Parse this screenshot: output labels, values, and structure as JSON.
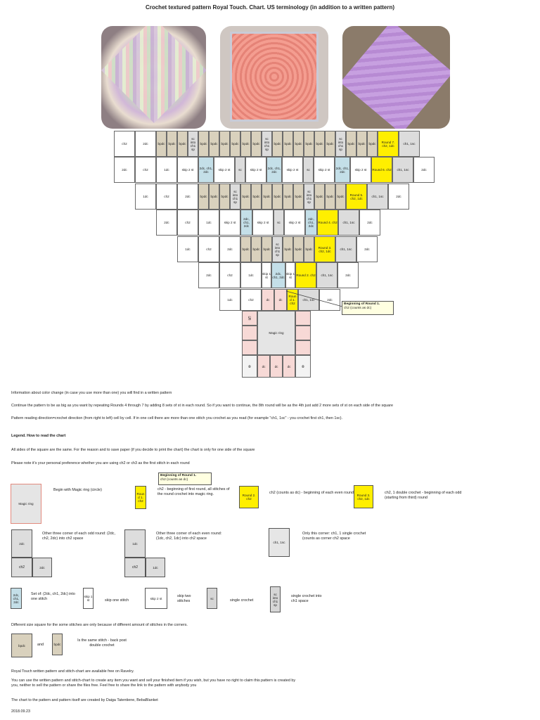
{
  "title": "Crochet textured pattern Royal Touch. Chart. US terminology (in addition to a written pattern)",
  "photos": [
    {
      "icon": "pastel-rainbow-crochet-square-photo",
      "colors": [
        "#cdb9d4",
        "#d9e4c4",
        "#e8c2c2",
        "#b6a9b8"
      ]
    },
    {
      "icon": "coral-crochet-square-photo",
      "colors": [
        "#f19a8e",
        "#f4b2a8",
        "#e47f72"
      ]
    },
    {
      "icon": "lavender-crochet-square-photo",
      "colors": [
        "#c8a0e0",
        "#b98bd6",
        "#d9b8ea"
      ]
    }
  ],
  "chart": {
    "rows": [
      [
        "ch2",
        "2dc",
        "bpdc",
        "bpdc",
        "bpdc",
        "sc into ch1 sp",
        "bpdc",
        "bpdc",
        "bpdc",
        "bpdc",
        "bpdc",
        "bpdc",
        "sc into ch1 sp",
        "bpdc",
        "bpdc",
        "bpdc",
        "bpdc",
        "bpdc",
        "bpdc",
        "sc into ch1 sp",
        "bpdc",
        "bpdc",
        "bpdc",
        "Round 7. ch2, 1dc",
        "ch1, 1sc"
      ],
      [
        "2dc",
        "ch2",
        "1dc",
        "skip 2 st",
        "2dc, ch1, 2dc",
        "skip 2 st",
        "sc",
        "skip 2 st",
        "2dc, ch1, 2dc",
        "skip 2 st",
        "sc",
        "skip 2 st",
        "2dc, ch1, 2dc",
        "skip 2 st",
        "Round 6. ch2",
        "ch1, 1sc",
        "2dc"
      ],
      [
        "1dc",
        "ch2",
        "2dc",
        "bpdc",
        "bpdc",
        "bpdc",
        "sc into ch1 sp",
        "bpdc",
        "bpdc",
        "bpdc",
        "bpdc",
        "bpdc",
        "bpdc",
        "sc into ch1 sp",
        "bpdc",
        "bpdc",
        "bpdc",
        "Round 5. ch2, 1dc",
        "ch1, 1sc",
        "2dc"
      ],
      [
        "2dc",
        "ch2",
        "1dc",
        "skip 2 st",
        "2dc, ch1, 2dc",
        "skip 2 st",
        "sc",
        "skip 2 st",
        "2dc, ch1, 2dc",
        "Round 4. ch2",
        "ch1, 1sc",
        "2dc"
      ],
      [
        "1dc",
        "ch2",
        "2dc",
        "bpdc",
        "bpdc",
        "bpdc",
        "sc into ch1 sp",
        "bpdc",
        "bpdc",
        "bpdc",
        "Round 3. ch2, 1dc",
        "ch1, 1sc",
        "2dc"
      ],
      [
        "2dc",
        "ch2",
        "1dc",
        "skip 1 st",
        "2dc, ch1, 2dc",
        "skip 1 st",
        "Round 2. ch2",
        "ch1, 1sc",
        "2dc"
      ],
      [
        "1dc",
        "ch2",
        "dc",
        "dc",
        "Roun d 1. ch2",
        "ch1, 1sc",
        "2dc"
      ]
    ],
    "magic_ring": "Magic ring",
    "center_dc": "dc",
    "callout_title": "Beginning of Round 1.",
    "callout_sub": "ch2 (counts as dc)"
  },
  "info": [
    "Information about color change (in case you use more than one) you will find in a written pattern",
    "Continue the pattern to be as big as you want by repeating Rounds 4 through 7 by adding 8 sets of st in each round. So if you want to continue, the 8th round will be as the 4th just add 2 more sets of st on each side of the square",
    "Pattern reading direction=crochet direction (from right to left) cell by cell. If in one cell there are more than one stitch you crochet as you read (for example \"ch1, 1sc\" - you crochet first ch1, then 1sc)."
  ],
  "legend": {
    "heading": "Legend. How to read the chart",
    "intro1": "All sides of the square are the same. For the reason and to save paper (if you decide to print the chart) the chart is only for one side of the square",
    "intro2": "Please note it's your personal preference whether you are using ch2 or ch3 as the first stitch in each round",
    "magic_ring_box": "Magic ring",
    "magic_ring_desc": "Begin with Magic ring (circle)",
    "round1_box": "Roun d 1. ch2",
    "round1_callout_title": "Beginning of Round 1.",
    "round1_callout_sub": "ch2 (counts as dc)",
    "round1_desc": "ch2 - beginning of first round, all stitches of the round crochet into magic ring.",
    "round2_box": "Round 2. ch2",
    "round2_desc": "ch2 (counts as dc) - beginning of each even round",
    "round3_box": "Round 3. ch2, 1dc",
    "round3_desc": "ch2, 1 double crochet - beginning of each odd (starting from third) round",
    "corner_odd_top": "2dc",
    "corner_odd_ch2": "ch2",
    "corner_odd_right": "2dc",
    "corner_odd_desc": "Other three corner of each odd round: (2dc, ch2, 2dc) into ch2 space",
    "corner_even_top": "1dc",
    "corner_even_ch2": "ch2",
    "corner_even_right": "1dc",
    "corner_even_desc": "Other three corner of each even round: (1dc, ch2, 1dc) into ch2 space",
    "this_corner_box": "ch1, 1sc",
    "this_corner_desc": "Only this corner: ch1, 1 single crochet (counts as corner ch2 space",
    "set_box": "2dc, ch1, 2dc",
    "set_desc": "Set of: (2dc, ch1, 2dc) into one stitch",
    "skip1_box": "skip 1 st",
    "skip1_desc": "skip one stitch",
    "skip2_box": "skip 2 st",
    "skip2_desc": "skip two stitches",
    "sc_box": "sc",
    "sc_desc": "single crochet",
    "sc_ch1_box": "sc into ch1 sp",
    "sc_ch1_desc": "single crochet into ch1 space",
    "diff_size": "Different size square for the some stitches are only because of different amount of stitches in the corners.",
    "bpdc_a": "bpdc",
    "bpdc_and": "and",
    "bpdc_b": "bpdc",
    "bpdc_desc": "Is the same stitch - back post double crochet"
  },
  "footer": [
    "Royal Touch written pattern and stitch-chart are available free on Ravelry.",
    "You can use the written pattern and stitch-chart to create any item you want and sell your finished item if you wish, but you have no right to claim this pattern is created by you, neither to sell the pattern or share the files free. Feel free to share the link to the pattern with anybody you",
    "The chart to the pattern and pattern itself are created by Daiga Tatentiene, BebaBlanket",
    "2018.09.23"
  ],
  "colors": {
    "bpdc": "#d9d1bd",
    "blue": "#c4dfe8",
    "yellow": "#ffef00",
    "grey": "#dcdcdc",
    "pink": "#f7d9d6",
    "accent_red": "#e28a7e"
  }
}
